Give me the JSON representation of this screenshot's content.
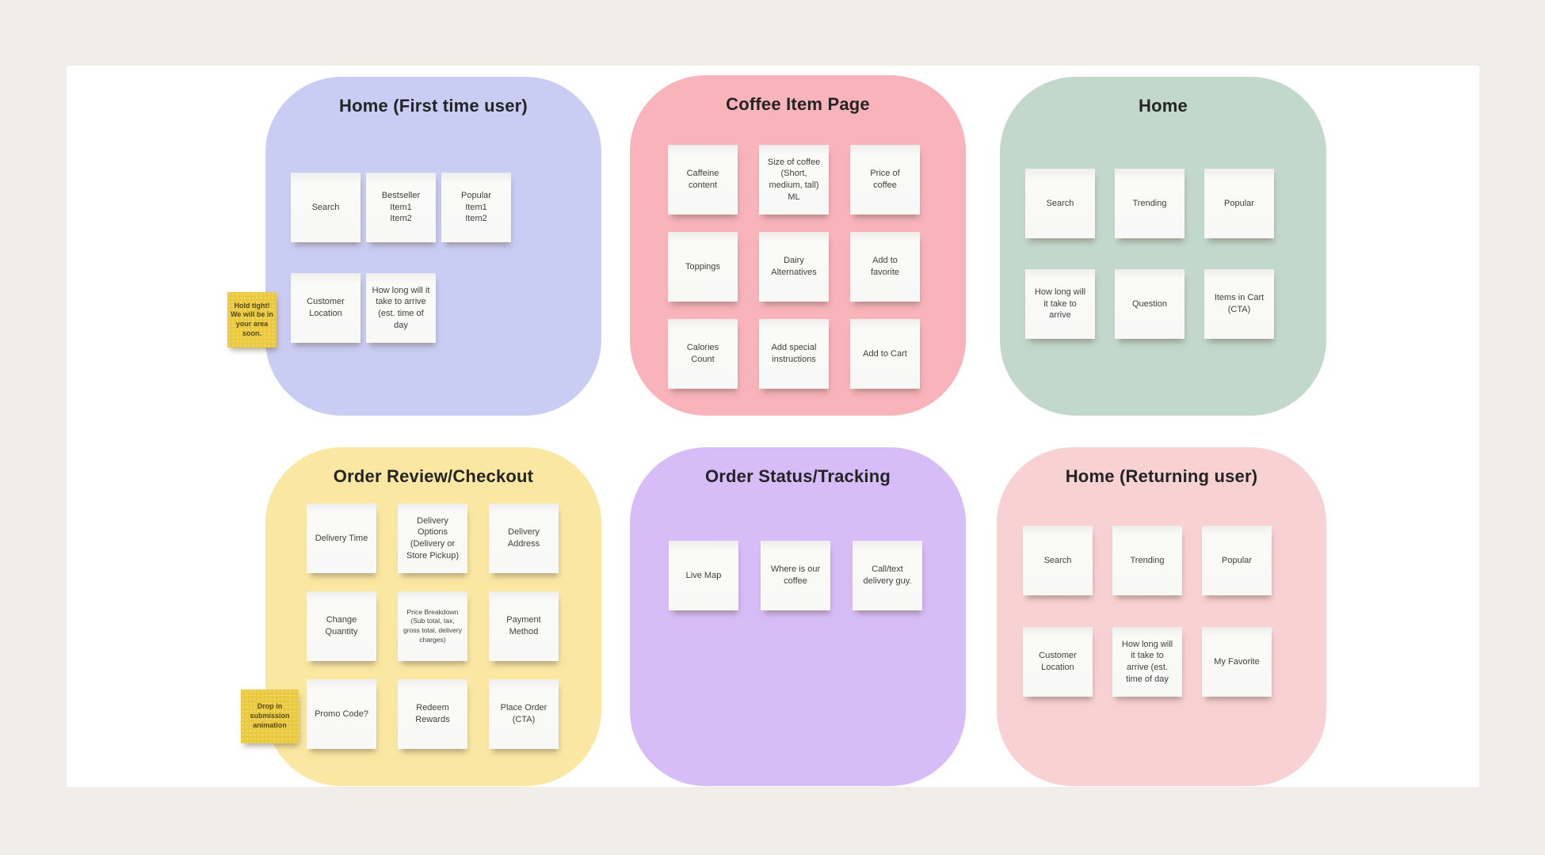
{
  "board": {
    "background_color": "#f1ede9",
    "canvas_color": "#ffffff"
  },
  "sections": [
    {
      "title": "Home (First time user)",
      "color": "#c9cdf4",
      "notes": [
        {
          "text": "Search",
          "row": 1,
          "col": 1
        },
        {
          "text": "Bestseller\nItem1\nItem2",
          "row": 1,
          "col": 2
        },
        {
          "text": "Popular\nItem1\nItem2",
          "row": 1,
          "col": 3
        },
        {
          "text": "Customer\nLocation",
          "row": 2,
          "col": 1
        },
        {
          "text": "How long will it take to arrive (est. time of day",
          "row": 2,
          "col": 2
        }
      ]
    },
    {
      "title": "Coffee Item Page",
      "color": "#f9b3ba",
      "notes": [
        {
          "text": "Caffeine\ncontent",
          "row": 1,
          "col": 1
        },
        {
          "text": "Size of coffee (Short, medium, tall)\nML",
          "row": 1,
          "col": 2
        },
        {
          "text": "Price of\ncoffee",
          "row": 1,
          "col": 3
        },
        {
          "text": "Toppings",
          "row": 2,
          "col": 1
        },
        {
          "text": "Dairy\nAlternatives",
          "row": 2,
          "col": 2
        },
        {
          "text": "Add to\nfavorite",
          "row": 2,
          "col": 3
        },
        {
          "text": "Calories\nCount",
          "row": 3,
          "col": 1
        },
        {
          "text": "Add special\ninstructions",
          "row": 3,
          "col": 2
        },
        {
          "text": "Add to Cart",
          "row": 3,
          "col": 3
        }
      ]
    },
    {
      "title": "Home",
      "color": "#c1d8ca",
      "notes": [
        {
          "text": "Search",
          "row": 1,
          "col": 1
        },
        {
          "text": "Trending",
          "row": 1,
          "col": 2
        },
        {
          "text": "Popular",
          "row": 1,
          "col": 3
        },
        {
          "text": "How long will\nit take to\narrive",
          "row": 2,
          "col": 1
        },
        {
          "text": "Question",
          "row": 2,
          "col": 2
        },
        {
          "text": "Items in Cart\n(CTA)",
          "row": 2,
          "col": 3
        }
      ]
    },
    {
      "title": "Order Review/Checkout",
      "color": "#fae8a2",
      "notes": [
        {
          "text": "Delivery Time",
          "row": 1,
          "col": 1
        },
        {
          "text": "Delivery\nOptions\n(Delivery or\nStore Pickup)",
          "row": 1,
          "col": 2
        },
        {
          "text": "Delivery\nAddress",
          "row": 1,
          "col": 3
        },
        {
          "text": "Change\nQuantity",
          "row": 2,
          "col": 1
        },
        {
          "text": "Price Breakdown (Sub total, tax, gross total, delivery charges)",
          "row": 2,
          "col": 2
        },
        {
          "text": "Payment\nMethod",
          "row": 2,
          "col": 3
        },
        {
          "text": "Promo Code?",
          "row": 3,
          "col": 1
        },
        {
          "text": "Redeem\nRewards",
          "row": 3,
          "col": 2
        },
        {
          "text": "Place Order\n(CTA)",
          "row": 3,
          "col": 3
        }
      ]
    },
    {
      "title": "Order Status/Tracking",
      "color": "#d6bdf7",
      "notes": [
        {
          "text": "Live Map",
          "row": 1,
          "col": 1
        },
        {
          "text": "Where is our\ncoffee",
          "row": 1,
          "col": 2
        },
        {
          "text": "Call/text\ndelivery guy.",
          "row": 1,
          "col": 3
        }
      ]
    },
    {
      "title": "Home (Returning user)",
      "color": "#f8d1d2",
      "notes": [
        {
          "text": "Search",
          "row": 1,
          "col": 1
        },
        {
          "text": "Trending",
          "row": 1,
          "col": 2
        },
        {
          "text": "Popular",
          "row": 1,
          "col": 3
        },
        {
          "text": "Customer\nLocation",
          "row": 2,
          "col": 1
        },
        {
          "text": "How long will\nit take to\narrive (est.\ntime of day",
          "row": 2,
          "col": 2
        },
        {
          "text": "My Favorite",
          "row": 2,
          "col": 3
        }
      ]
    }
  ],
  "annotations": [
    {
      "text": "Hold tight! We will be in your area soon.",
      "color": "#eac93f"
    },
    {
      "text": "Drop in submission animation",
      "color": "#eac93f"
    }
  ]
}
